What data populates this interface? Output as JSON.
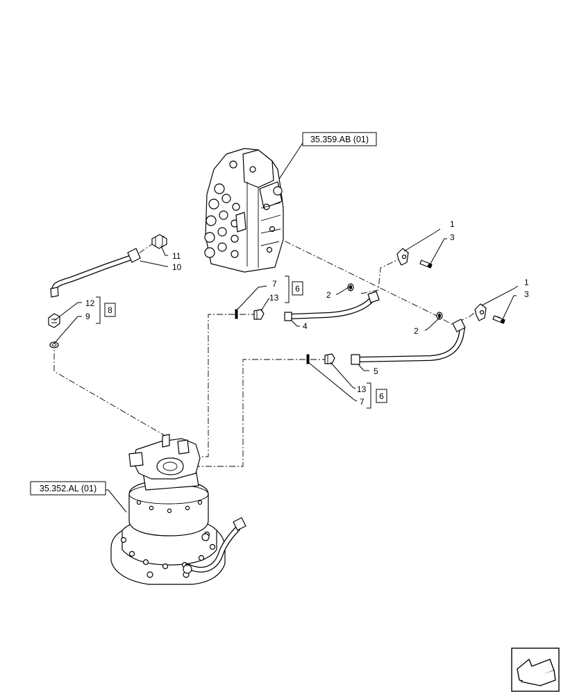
{
  "references": {
    "control_valve": "35.359.AB (01)",
    "swing_motor": "35.352.AL (01)"
  },
  "callouts": {
    "c1a": "1",
    "c1b": "1",
    "c2a": "2",
    "c2b": "2",
    "c3a": "3",
    "c3b": "3",
    "c4": "4",
    "c5": "5",
    "c6a": "6",
    "c6b": "6",
    "c7a": "7",
    "c7b": "7",
    "c8": "8",
    "c9": "9",
    "c10": "10",
    "c11": "11",
    "c12": "12",
    "c13a": "13",
    "c13b": "13"
  },
  "icons": {
    "nav": "next-page-arrow-icon"
  }
}
